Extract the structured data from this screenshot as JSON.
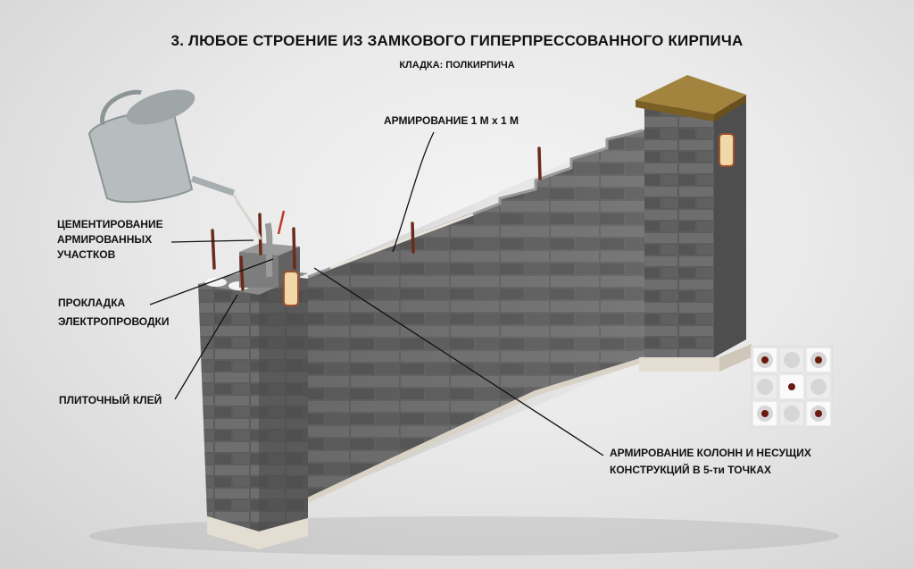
{
  "title": "3. ЛЮБОЕ СТРОЕНИЕ ИЗ ЗАМКОВОГО ГИПЕРПРЕССОВАННОГО КИРПИЧА",
  "subtitle": "КЛАДКА: ПОЛКИРПИЧА",
  "labels": {
    "armirovanie_1m": "АРМИРОВАНИЕ 1 М х 1 М",
    "cementirovanie": [
      "ЦЕМЕНТИРОВАНИЕ",
      "АРМИРОВАННЫХ",
      "УЧАСТКОВ"
    ],
    "prokladka": [
      "ПРОКЛАДКА",
      "ЭЛЕКТРОПРОВОДКИ"
    ],
    "klei": "ПЛИТОЧНЫЙ КЛЕЙ",
    "kolonny": [
      "АРМИРОВАНИЕ КОЛОНН И НЕСУЩИХ",
      "КОНСТРУКЦИЙ В 5-ти ТОЧКАХ"
    ]
  },
  "colors": {
    "brick_dark": "#5f5f5f",
    "brick_mid": "#7a7a7a",
    "roof": "#9a7b3a",
    "rebar": "#6b2a1a",
    "plinth": "#e4ddd2"
  },
  "icons": {
    "watering_can": "watering-can-icon",
    "pattern": "rebar-5-point-pattern-icon"
  }
}
